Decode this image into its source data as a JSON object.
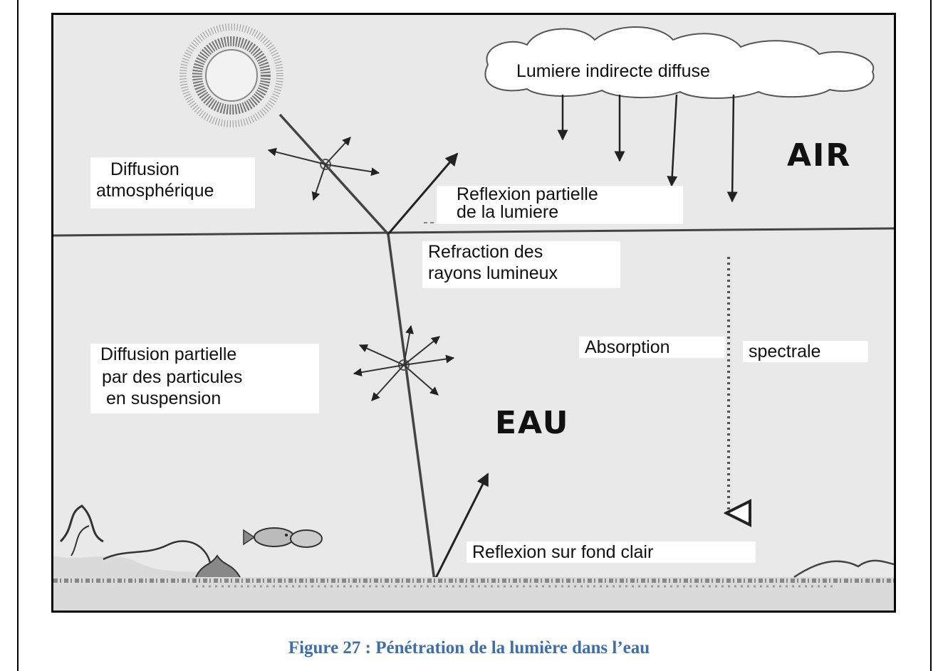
{
  "labels": {
    "indirect_light": "Lumiere indirecte diffuse",
    "atmospheric_diffusion_1": "Diffusion",
    "atmospheric_diffusion_2": "atmosphérique",
    "partial_reflection_1": "Reflexion partielle",
    "partial_reflection_2": "de la lumiere",
    "refraction_1": "Refraction des",
    "refraction_2": "rayons lumineux",
    "particle_diffusion_1": "Diffusion partielle",
    "particle_diffusion_2": "par des particules",
    "particle_diffusion_3": "en suspension",
    "absorption": "Absorption",
    "spectral": "spectrale",
    "bottom_reflection": "Reflexion sur fond clair"
  },
  "zones": {
    "air": "AIR",
    "water": "EAU"
  },
  "caption": "Figure 27 : Pénétration de la lumière dans l’eau",
  "icons": [
    "sun-icon",
    "cloud-icon",
    "seaweed-icon",
    "fish-icon"
  ],
  "colors": {
    "caption": "#3d6fae",
    "background": "#e9e9e9",
    "lines": "#222222"
  }
}
